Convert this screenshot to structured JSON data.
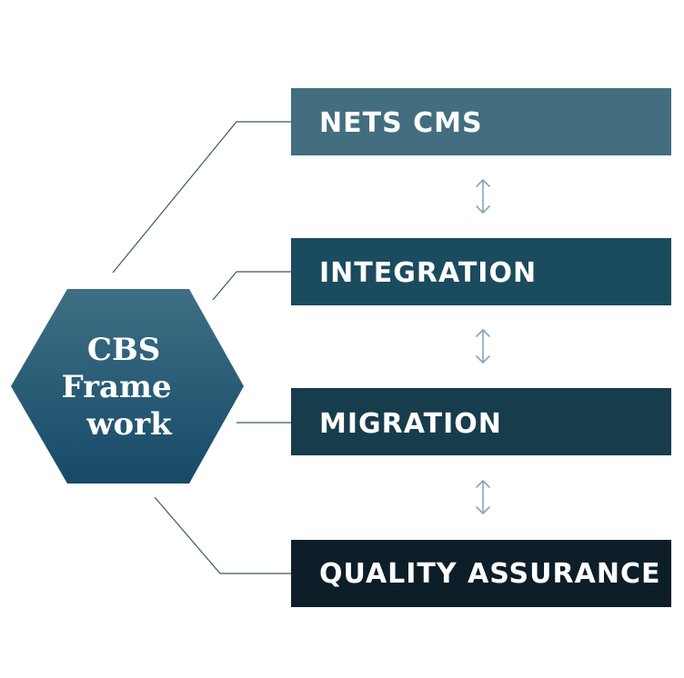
{
  "hub": {
    "lines": [
      "CBS",
      "Frame",
      "work"
    ],
    "text_color": "#ffffff"
  },
  "boxes": [
    {
      "label": "NETS CMS",
      "color": "#426e7f"
    },
    {
      "label": "INTEGRATION",
      "color": "#1b4b5e"
    },
    {
      "label": "MIGRATION",
      "color": "#173c4b"
    },
    {
      "label": "QUALITY ASSURANCE",
      "color": "#0d1e29"
    }
  ],
  "colors": {
    "hex_top": "#3f6f84",
    "hex_bottom": "#164a68",
    "connector": "#3a5866",
    "arrow": "#88a4b8",
    "box_text": "#ffffff"
  },
  "icons": {
    "between_boxes": "double-headed-vertical-arrow-icon"
  }
}
